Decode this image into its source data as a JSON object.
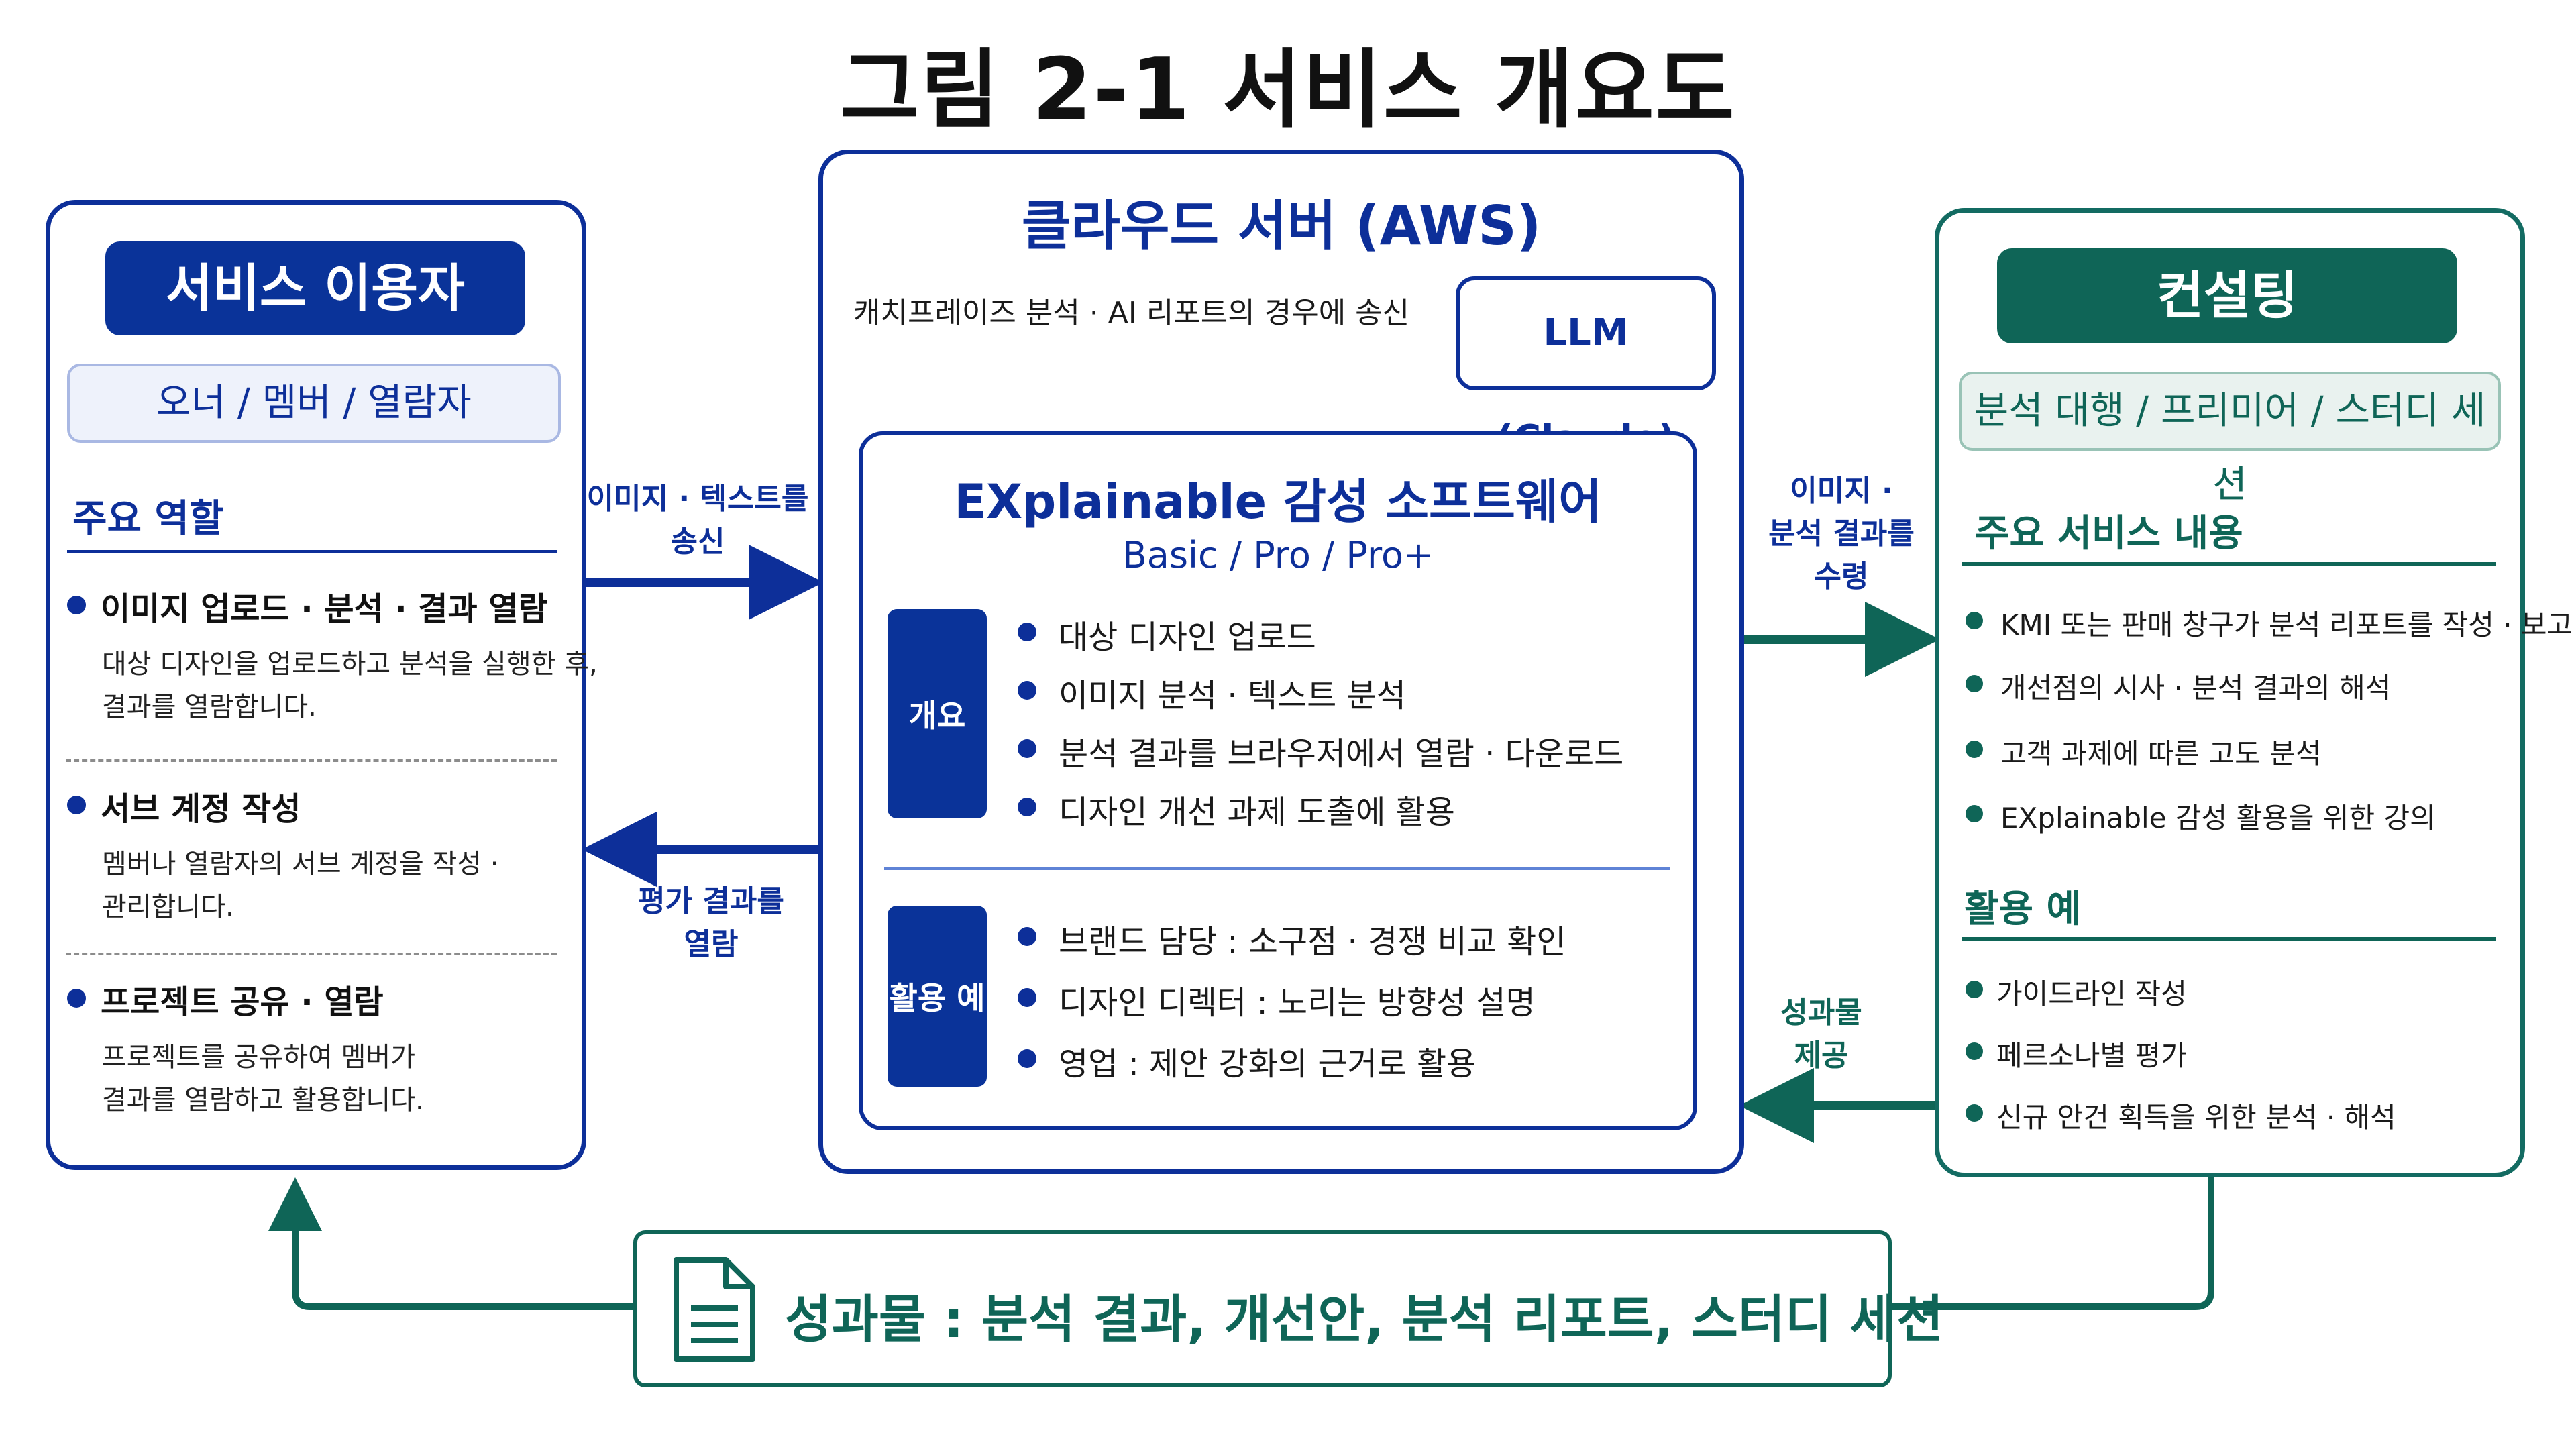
{
  "title": "그림 2-1 서비스 개요도",
  "user_panel": {
    "header": "서비스 이용자",
    "roles": "오너 / 멤버 / 열람자",
    "section_title": "주요 역할",
    "items": [
      {
        "title": "이미지 업로드 · 분석 · 결과 열람",
        "desc_line1": "대상 디자인을 업로드하고 분석을 실행한 후,",
        "desc_line2": "결과를 열람합니다."
      },
      {
        "title": "서브 계정 작성",
        "desc_line1": "멤버나 열람자의 서브 계정을 작성 ·",
        "desc_line2": "관리합니다."
      },
      {
        "title": "프로젝트 공유 · 열람",
        "desc_line1": "프로젝트를 공유하여 멤버가",
        "desc_line2": "결과를 열람하고 활용합니다."
      }
    ]
  },
  "cloud_panel": {
    "title": "클라우드 서버 (AWS)",
    "llm_box": "LLM (Claude)",
    "llm_note": "캐치프레이즈 분석 · AI 리포트의 경우에 송신",
    "software_title": "EXplainable 감성 소프트웨어",
    "software_tiers": "Basic / Pro / Pro+",
    "overview_tag": "개요",
    "overview_items": [
      "대상 디자인 업로드",
      "이미지 분석 · 텍스트 분석",
      "분석 결과를 브라우저에서 열람 · 다운로드",
      "디자인 개선 과제 도출에 활용"
    ],
    "usage_tag": "활용 예",
    "usage_items": [
      "브랜드 담당 : 소구점 · 경쟁 비교 확인",
      "디자인 디렉터 : 노리는 방향성 설명",
      "영업 : 제안 강화의 근거로 활용"
    ]
  },
  "consult_panel": {
    "header": "컨설팅",
    "services": "분석 대행 / 프리미어 / 스터디 세션",
    "section1_title": "주요 서비스 내용",
    "section1_items": [
      "KMI 또는 판매 창구가 분석 리포트를 작성 · 보고",
      "개선점의 시사 · 분석 결과의 해석",
      "고객 과제에 따른 고도 분석",
      "EXplainable 감성 활용을 위한 강의"
    ],
    "section2_title": "활용 예",
    "section2_items": [
      "가이드라인 작성",
      "페르소나별 평가",
      "신규 안건 획득을 위한 분석 · 해석"
    ]
  },
  "flows": {
    "user_to_cloud": [
      "이미지 · 텍스트를",
      "송신"
    ],
    "cloud_to_user": [
      "평가 결과를",
      "열람"
    ],
    "cloud_to_consult": [
      "이미지 ·",
      "분석 결과를",
      "수령"
    ],
    "consult_to_cloud": [
      "성과물",
      "제공"
    ]
  },
  "outputs": "성과물 : 분석 결과, 개선안, 분석 리포트, 스터디 세션",
  "colors": {
    "blue": "#0d2f99",
    "teal": "#0f6557",
    "tag_blue": "#0a3399"
  },
  "icons": {
    "outputs": "document-icon"
  }
}
